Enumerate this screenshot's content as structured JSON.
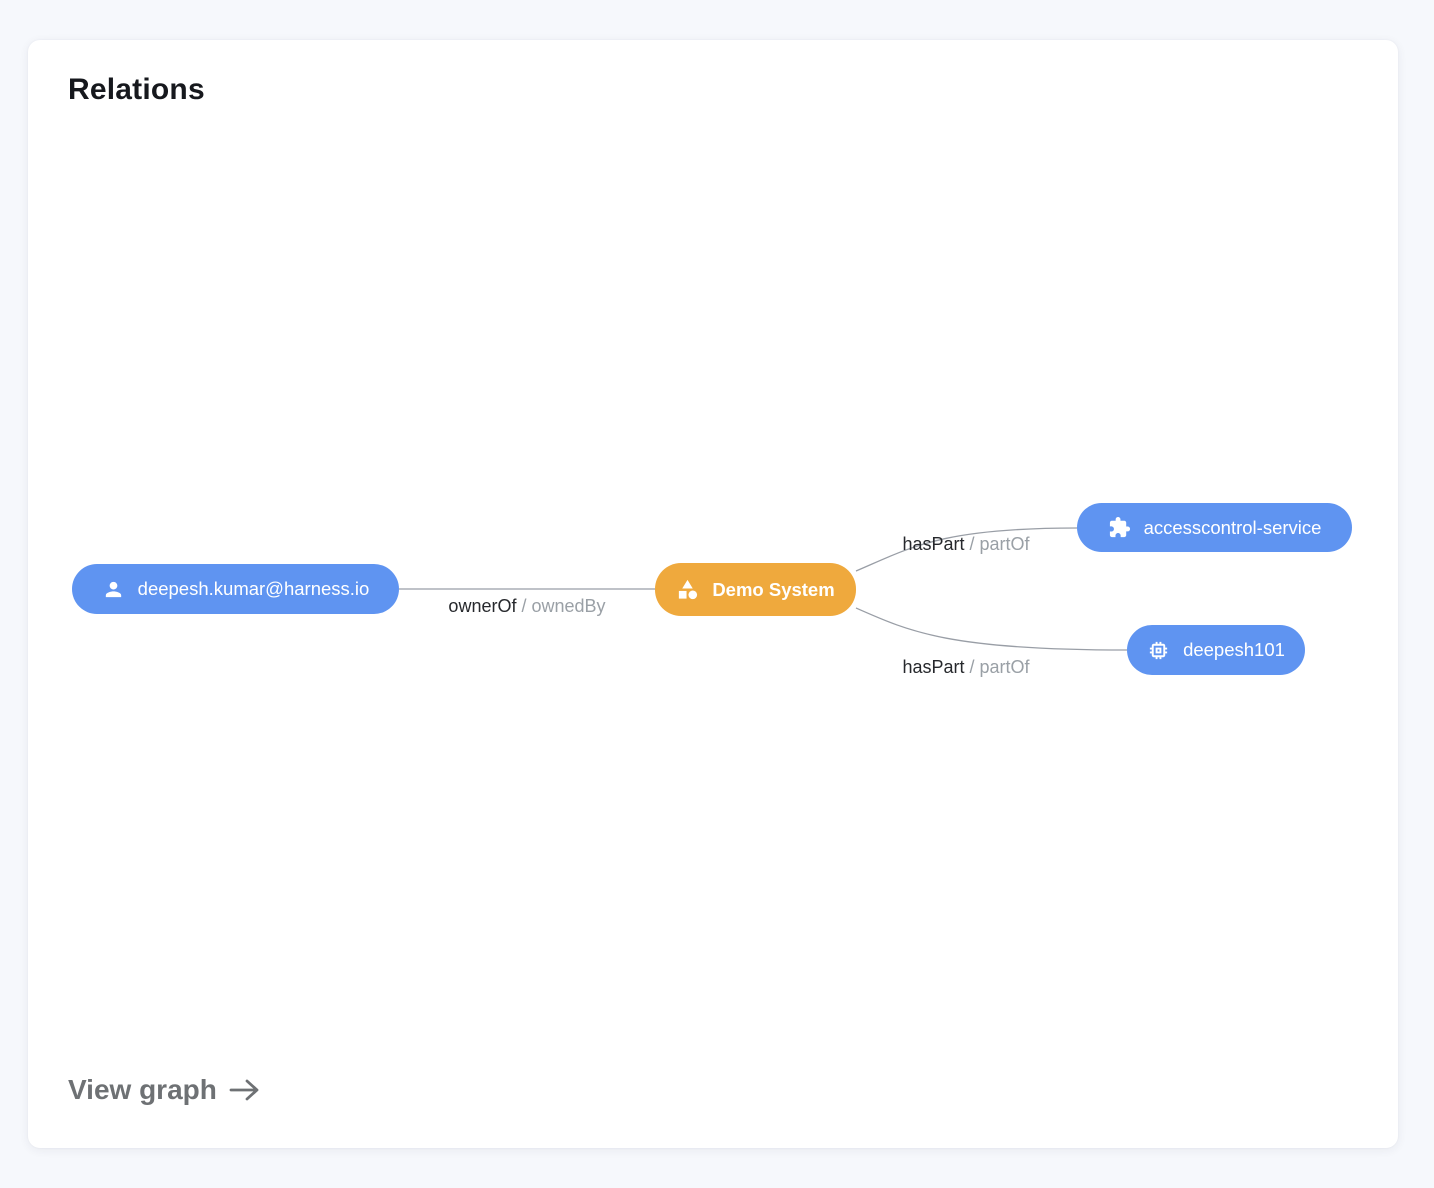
{
  "card": {
    "title": "Relations",
    "view_graph_label": "View graph"
  },
  "colors": {
    "page_bg": "#F6F8FC",
    "card_bg": "#FFFFFF",
    "node_blue": "#5F94F1",
    "node_orange": "#EFA93D",
    "edge_line": "#999EA6",
    "edge_label_primary": "#26282C",
    "edge_label_secondary": "#9AA0A6",
    "view_graph_text": "#6E7174"
  },
  "graph": {
    "nodes": [
      {
        "label": "deepesh.kumar@harness.io",
        "icon": "person-icon",
        "kind": "user",
        "color": "#5F94F1"
      },
      {
        "label": "Demo System",
        "icon": "category-icon",
        "kind": "system",
        "color": "#EFA93D"
      },
      {
        "label": "accesscontrol-service",
        "icon": "puzzle-icon",
        "kind": "service",
        "color": "#5F94F1"
      },
      {
        "label": "deepesh101",
        "icon": "chip-icon",
        "kind": "component",
        "color": "#5F94F1"
      }
    ],
    "edges": [
      {
        "from": "deepesh.kumar@harness.io",
        "to": "Demo System",
        "primary": "ownerOf",
        "sep": "/",
        "secondary": "ownedBy"
      },
      {
        "from": "Demo System",
        "to": "accesscontrol-service",
        "primary": "hasPart",
        "sep": "/",
        "secondary": "partOf"
      },
      {
        "from": "Demo System",
        "to": "deepesh101",
        "primary": "hasPart",
        "sep": "/",
        "secondary": "partOf"
      }
    ]
  }
}
